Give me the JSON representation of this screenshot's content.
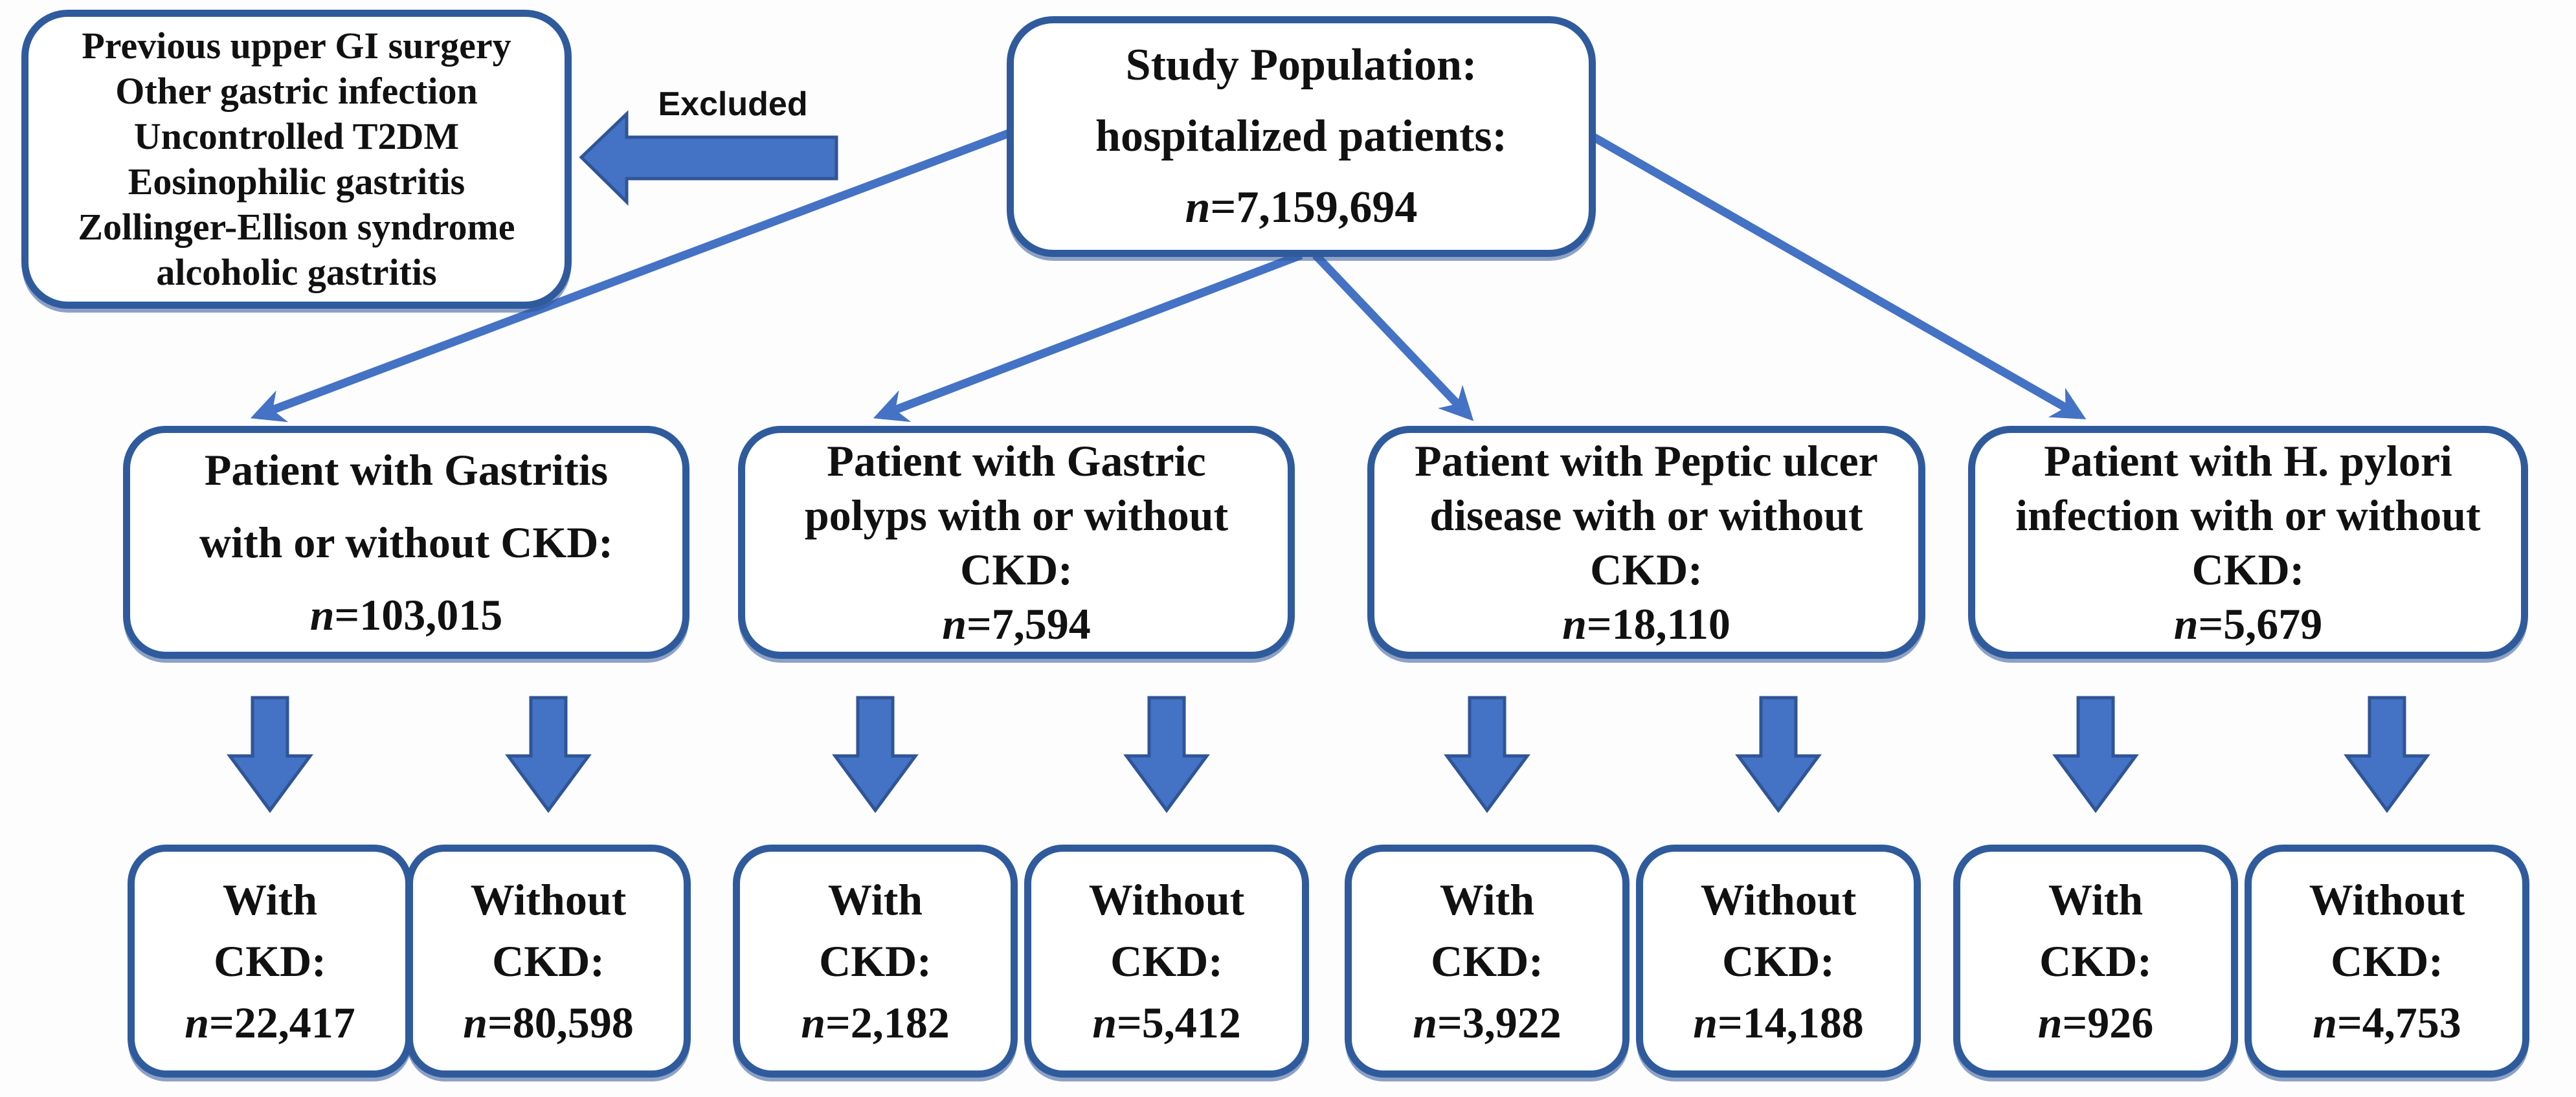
{
  "colors": {
    "box-border": "#2F5B9D",
    "arrow-fill": "#4472C4",
    "arrow-stroke": "#2F5597",
    "text-color": "#111111"
  },
  "excluded": {
    "label": "Excluded",
    "criteria": [
      "Previous upper GI surgery",
      "Other gastric infection",
      "Uncontrolled T2DM",
      "Eosinophilic gastritis",
      "Zollinger-Ellison syndrome",
      "alcoholic gastritis"
    ]
  },
  "study_population": {
    "lines": [
      "Study Population:",
      "hospitalized patients:"
    ],
    "n_label": "n",
    "n_value": "=7,159,694"
  },
  "cohorts": [
    {
      "title_lines": [
        "Patient with Gastritis",
        "with or without CKD:"
      ],
      "n_label": "n",
      "n_value": "=103,015",
      "with_ckd": {
        "lines": [
          "With",
          "CKD:"
        ],
        "n_label": "n",
        "n_value": "=22,417"
      },
      "without_ckd": {
        "lines": [
          "Without",
          "CKD:"
        ],
        "n_label": "n",
        "n_value": "=80,598"
      }
    },
    {
      "title_lines": [
        "Patient with Gastric",
        "polyps with or without",
        "CKD:"
      ],
      "n_label": "n",
      "n_value": "=7,594",
      "with_ckd": {
        "lines": [
          "With",
          "CKD:"
        ],
        "n_label": "n",
        "n_value": "=2,182"
      },
      "without_ckd": {
        "lines": [
          "Without",
          "CKD:"
        ],
        "n_label": "n",
        "n_value": "=5,412"
      }
    },
    {
      "title_lines": [
        "Patient with Peptic ulcer",
        "disease with or without",
        "CKD:"
      ],
      "n_label": "n",
      "n_value": "=18,110",
      "with_ckd": {
        "lines": [
          "With",
          "CKD:"
        ],
        "n_label": "n",
        "n_value": "=3,922"
      },
      "without_ckd": {
        "lines": [
          "Without",
          "CKD:"
        ],
        "n_label": "n",
        "n_value": "=14,188"
      }
    },
    {
      "title_lines": [
        "Patient with H. pylori",
        "infection with or without",
        "CKD:"
      ],
      "n_label": "n",
      "n_value": "=5,679",
      "with_ckd": {
        "lines": [
          "With",
          "CKD:"
        ],
        "n_label": "n",
        "n_value": "=926"
      },
      "without_ckd": {
        "lines": [
          "Without",
          "CKD:"
        ],
        "n_label": "n",
        "n_value": "=4,753"
      }
    }
  ]
}
